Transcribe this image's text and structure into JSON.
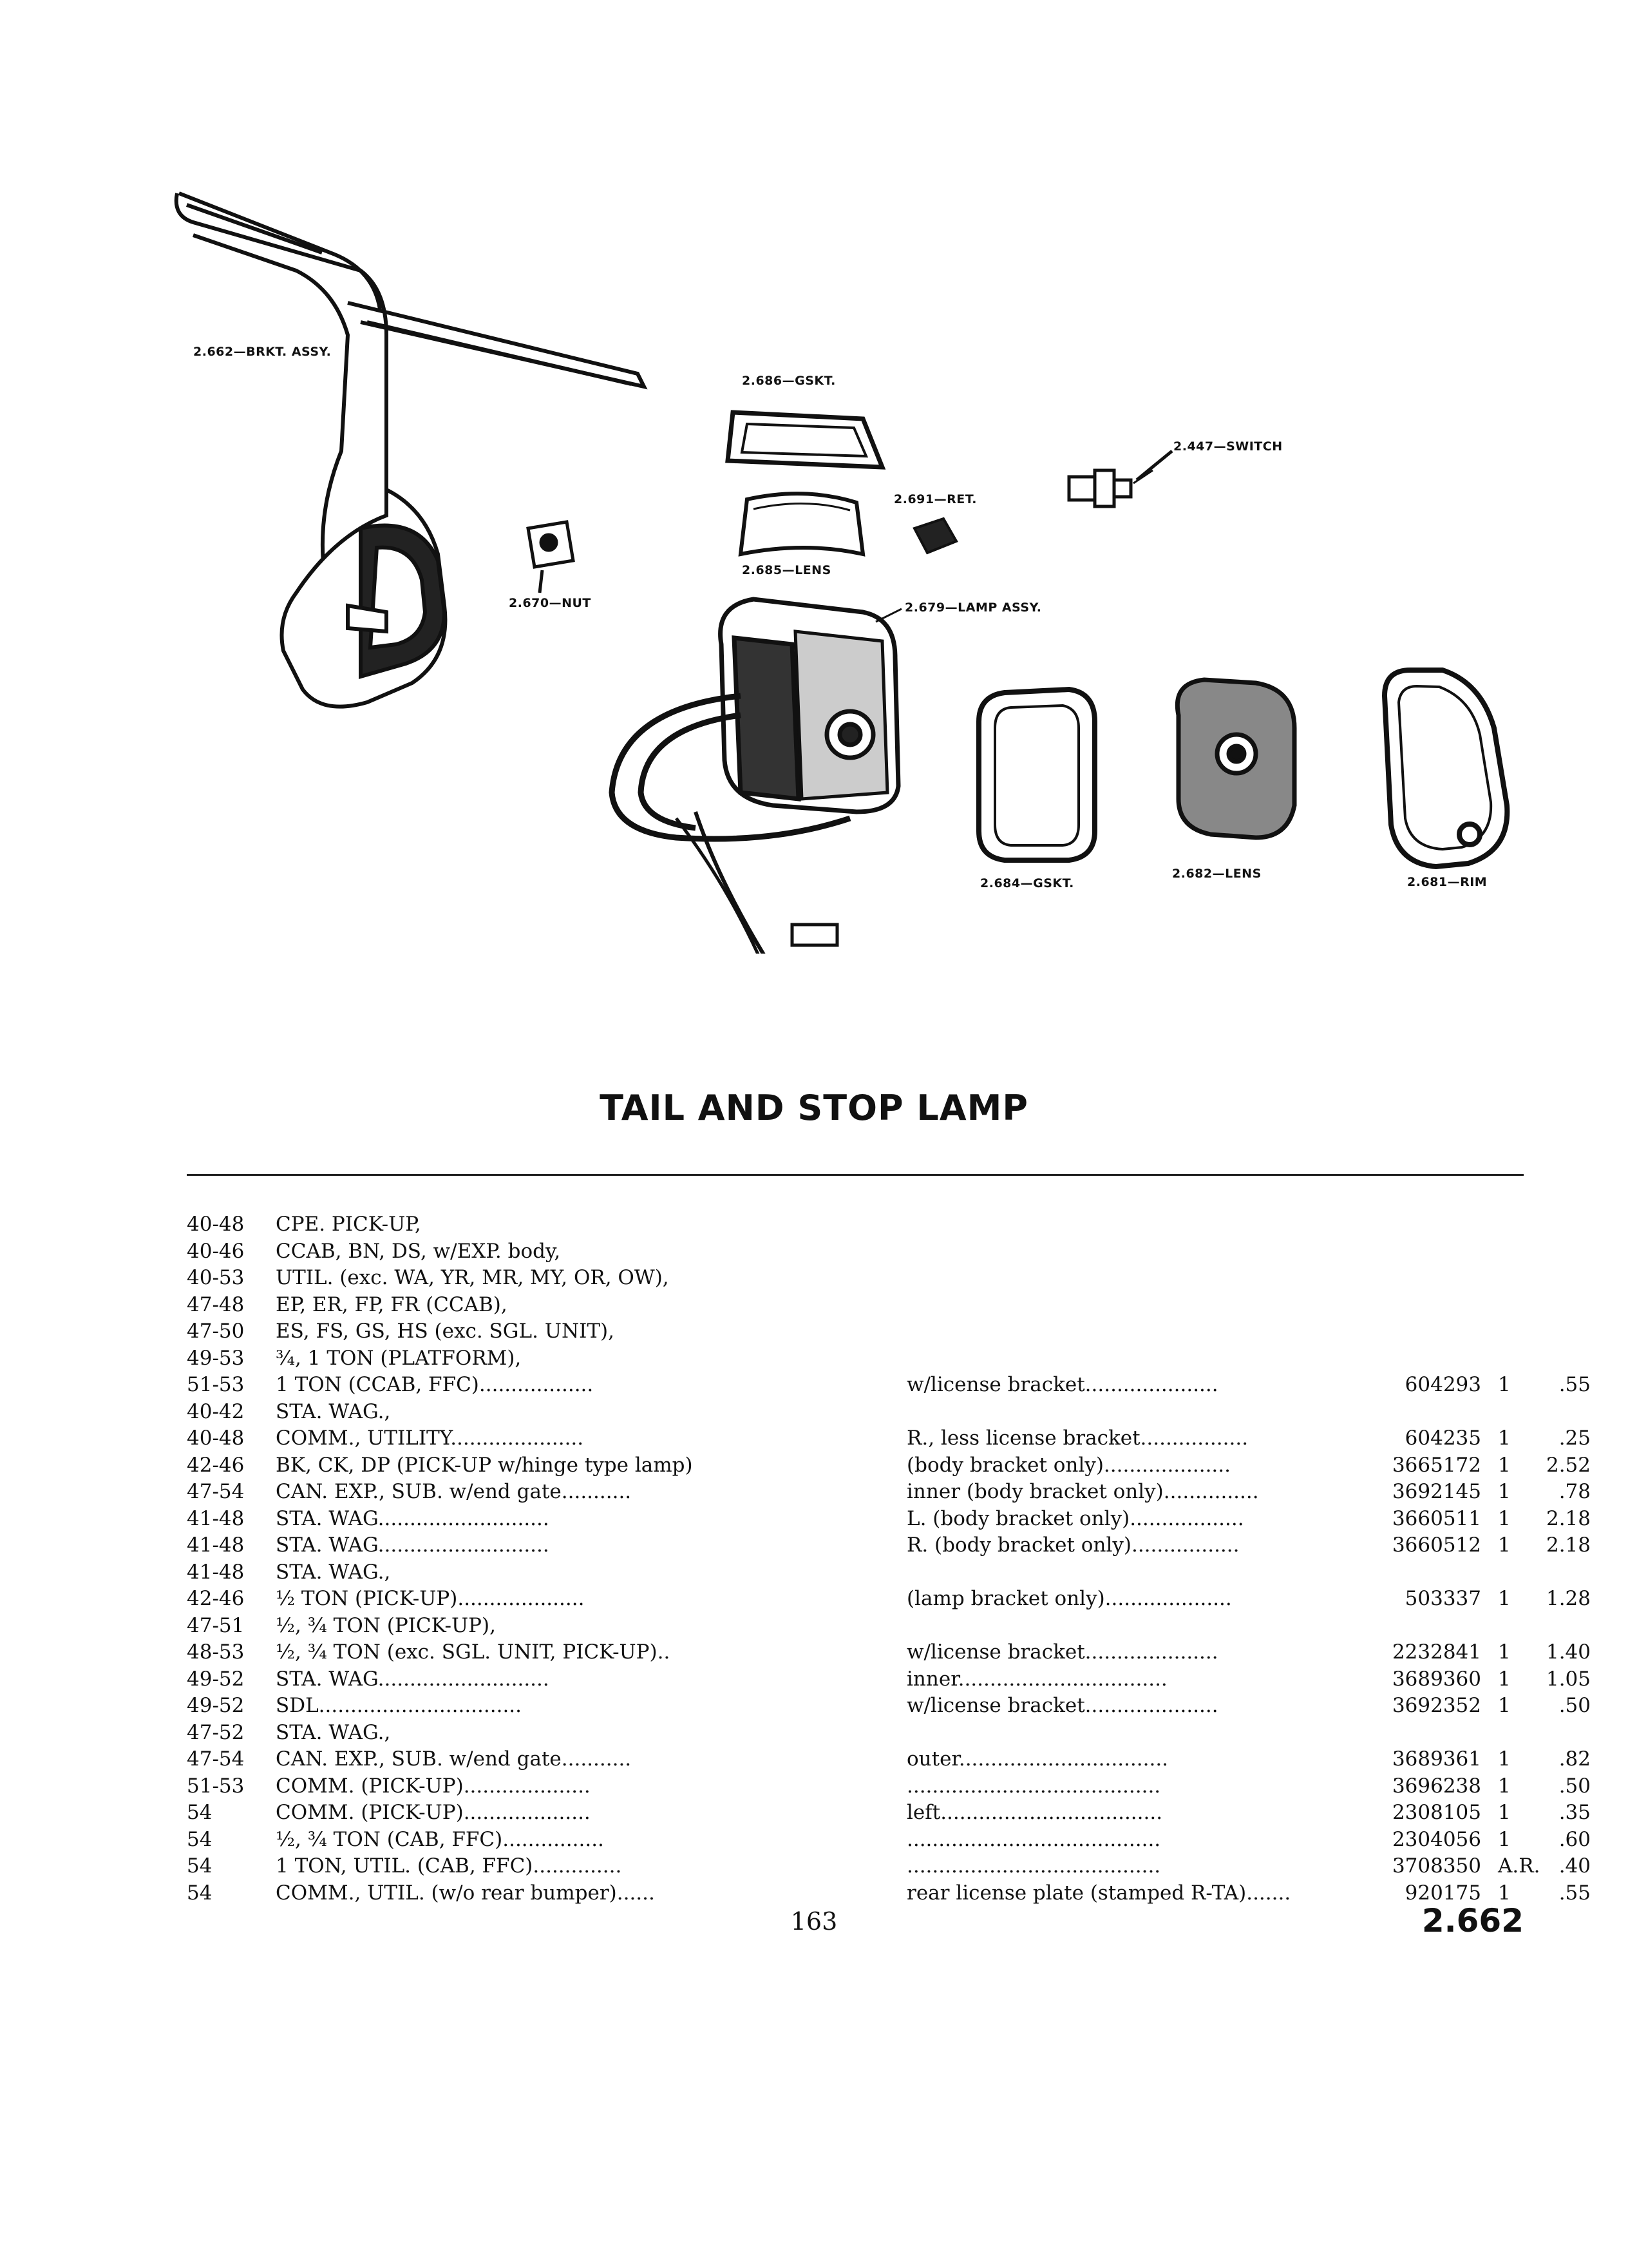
{
  "callouts": [
    {
      "id": "bracket",
      "text": "2.662—BRKT. ASSY."
    },
    {
      "id": "gasket-top",
      "text": "2.686—GSKT."
    },
    {
      "id": "switch",
      "text": "2.447—SWITCH"
    },
    {
      "id": "retainer",
      "text": "2.691—RET."
    },
    {
      "id": "lens-top",
      "text": "2.685—LENS"
    },
    {
      "id": "nut",
      "text": "2.670—NUT"
    },
    {
      "id": "lamp",
      "text": "2.679—LAMP ASSY."
    },
    {
      "id": "gasket",
      "text": "2.684—GSKT."
    },
    {
      "id": "lens",
      "text": "2.682—LENS"
    },
    {
      "id": "rim",
      "text": "2.681—RIM"
    }
  ],
  "title": "TAIL AND STOP LAMP",
  "rows": [
    {
      "years": "40-48",
      "model": "CPE. PICK-UP,",
      "desc": "",
      "part": "",
      "qty": "",
      "price": ""
    },
    {
      "years": "40-46",
      "model": "CCAB, BN, DS, w/EXP. body,",
      "desc": "",
      "part": "",
      "qty": "",
      "price": ""
    },
    {
      "years": "40-53",
      "model": "UTIL. (exc. WA, YR, MR, MY, OR, OW),",
      "desc": "",
      "part": "",
      "qty": "",
      "price": ""
    },
    {
      "years": "47-48",
      "model": "EP, ER, FP, FR (CCAB),",
      "desc": "",
      "part": "",
      "qty": "",
      "price": ""
    },
    {
      "years": "47-50",
      "model": "ES, FS, GS, HS (exc. SGL. UNIT),",
      "desc": "",
      "part": "",
      "qty": "",
      "price": ""
    },
    {
      "years": "49-53",
      "model": "¾, 1 TON (PLATFORM),",
      "desc": "",
      "part": "",
      "qty": "",
      "price": ""
    },
    {
      "years": "51-53",
      "model": "1 TON (CCAB, FFC)..................",
      "desc": "w/license bracket.....................",
      "part": "604293",
      "qty": "1",
      "price": ".55"
    },
    {
      "years": "40-42",
      "model": "STA. WAG.,",
      "desc": "",
      "part": "",
      "qty": "",
      "price": ""
    },
    {
      "years": "40-48",
      "model": "COMM., UTILITY.....................",
      "desc": "R., less license bracket.................",
      "part": "604235",
      "qty": "1",
      "price": ".25"
    },
    {
      "years": "42-46",
      "model": "BK, CK, DP (PICK-UP w/hinge type lamp)",
      "desc": "(body bracket only)....................",
      "part": "3665172",
      "qty": "1",
      "price": "2.52"
    },
    {
      "years": "47-54",
      "model": "CAN. EXP., SUB. w/end gate...........",
      "desc": "inner (body bracket only)...............",
      "part": "3692145",
      "qty": "1",
      "price": ".78"
    },
    {
      "years": "41-48",
      "model": "STA. WAG...........................",
      "desc": "L. (body bracket only)..................",
      "part": "3660511",
      "qty": "1",
      "price": "2.18"
    },
    {
      "years": "41-48",
      "model": "STA. WAG...........................",
      "desc": "R. (body bracket only).................",
      "part": "3660512",
      "qty": "1",
      "price": "2.18"
    },
    {
      "years": "41-48",
      "model": "STA. WAG.,",
      "desc": "",
      "part": "",
      "qty": "",
      "price": ""
    },
    {
      "years": "42-46",
      "model": "½ TON (PICK-UP)....................",
      "desc": "(lamp bracket only)....................",
      "part": "503337",
      "qty": "1",
      "price": "1.28"
    },
    {
      "years": "47-51",
      "model": "½, ¾ TON (PICK-UP),",
      "desc": "",
      "part": "",
      "qty": "",
      "price": ""
    },
    {
      "years": "48-53",
      "model": "½, ¾ TON (exc. SGL. UNIT, PICK-UP)..",
      "desc": "w/license bracket.....................",
      "part": "2232841",
      "qty": "1",
      "price": "1.40"
    },
    {
      "years": "49-52",
      "model": "STA. WAG...........................",
      "desc": "inner.................................",
      "part": "3689360",
      "qty": "1",
      "price": "1.05"
    },
    {
      "years": "49-52",
      "model": "SDL................................",
      "desc": "w/license bracket.....................",
      "part": "3692352",
      "qty": "1",
      "price": ".50"
    },
    {
      "years": "47-52",
      "model": "STA. WAG.,",
      "desc": "",
      "part": "",
      "qty": "",
      "price": ""
    },
    {
      "years": "47-54",
      "model": "CAN. EXP., SUB. w/end gate...........",
      "desc": "outer.................................",
      "part": "3689361",
      "qty": "1",
      "price": ".82"
    },
    {
      "years": "51-53",
      "model": "COMM. (PICK-UP)....................",
      "desc": "........................................",
      "part": "3696238",
      "qty": "1",
      "price": ".50"
    },
    {
      "years": "54",
      "model": "COMM. (PICK-UP)....................",
      "desc": "left...................................",
      "part": "2308105",
      "qty": "1",
      "price": ".35"
    },
    {
      "years": "54",
      "model": "½, ¾ TON (CAB, FFC)................",
      "desc": "........................................",
      "part": "2304056",
      "qty": "1",
      "price": ".60"
    },
    {
      "years": "54",
      "model": "1 TON, UTIL. (CAB, FFC)..............",
      "desc": "........................................",
      "part": "3708350",
      "qty": "A.R.",
      "price": ".40"
    },
    {
      "years": "54",
      "model": "COMM., UTIL. (w/o rear bumper)......",
      "desc": "rear license plate (stamped R-TA).......",
      "part": "920175",
      "qty": "1",
      "price": ".55"
    }
  ],
  "page_number": "163",
  "section_number": "2.662"
}
